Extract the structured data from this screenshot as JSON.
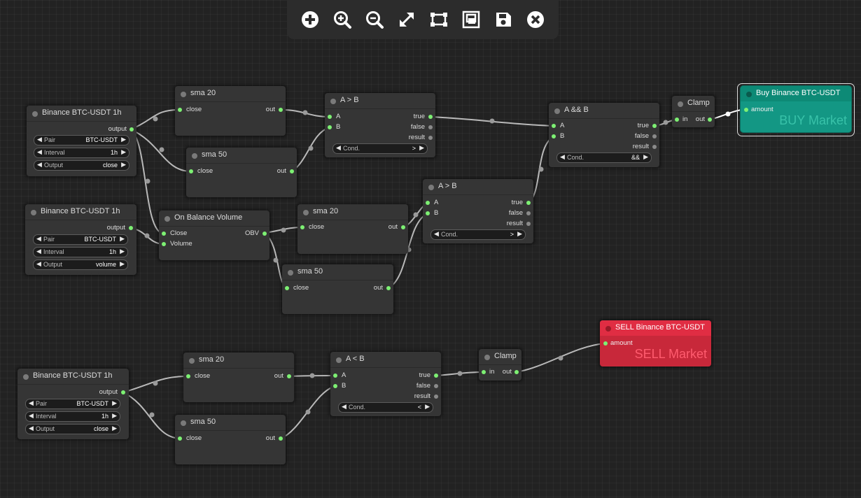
{
  "toolbar": {
    "buttons": [
      {
        "name": "add-node-button",
        "icon": "plus-circle-icon"
      },
      {
        "name": "zoom-in-button",
        "icon": "zoom-in-icon"
      },
      {
        "name": "zoom-out-button",
        "icon": "zoom-out-icon"
      },
      {
        "name": "fit-view-button",
        "icon": "expand-icon"
      },
      {
        "name": "select-area-button",
        "icon": "select-area-icon"
      },
      {
        "name": "select-all-button",
        "icon": "select-all-icon"
      },
      {
        "name": "save-button",
        "icon": "save-icon"
      },
      {
        "name": "close-button",
        "icon": "close-icon"
      }
    ]
  },
  "nodes": {
    "ds1": {
      "title": "Binance BTC-USDT 1h",
      "output": "output",
      "widgets": [
        {
          "label": "Pair",
          "value": "BTC-USDT"
        },
        {
          "label": "Interval",
          "value": "1h"
        },
        {
          "label": "Output",
          "value": "close"
        }
      ]
    },
    "ds2": {
      "title": "Binance BTC-USDT 1h",
      "output": "output",
      "widgets": [
        {
          "label": "Pair",
          "value": "BTC-USDT"
        },
        {
          "label": "Interval",
          "value": "1h"
        },
        {
          "label": "Output",
          "value": "volume"
        }
      ]
    },
    "ds3": {
      "title": "Binance BTC-USDT 1h",
      "output": "output",
      "widgets": [
        {
          "label": "Pair",
          "value": "BTC-USDT"
        },
        {
          "label": "Interval",
          "value": "1h"
        },
        {
          "label": "Output",
          "value": "close"
        }
      ]
    },
    "sma1": {
      "title": "sma  20",
      "input": "close",
      "output": "out"
    },
    "sma2": {
      "title": "sma  50",
      "input": "close",
      "output": "out"
    },
    "sma3": {
      "title": "sma  20",
      "input": "close",
      "output": "out"
    },
    "sma4": {
      "title": "sma  50",
      "input": "close",
      "output": "out"
    },
    "sma5": {
      "title": "sma  20",
      "input": "close",
      "output": "out"
    },
    "sma6": {
      "title": "sma  50",
      "input": "close",
      "output": "out"
    },
    "obv": {
      "title": "On Balance Volume",
      "inputs": [
        "Close",
        "Volume"
      ],
      "output": "OBV"
    },
    "cmp1": {
      "title": "A > B",
      "inputs": [
        "A",
        "B"
      ],
      "outputs": [
        "true",
        "false",
        "result"
      ],
      "widget": {
        "label": "Cond.",
        "value": ">"
      }
    },
    "cmp2": {
      "title": "A > B",
      "inputs": [
        "A",
        "B"
      ],
      "outputs": [
        "true",
        "false",
        "result"
      ],
      "widget": {
        "label": "Cond.",
        "value": ">"
      }
    },
    "cmp3": {
      "title": "A < B",
      "inputs": [
        "A",
        "B"
      ],
      "outputs": [
        "true",
        "false",
        "result"
      ],
      "widget": {
        "label": "Cond.",
        "value": "<"
      }
    },
    "and1": {
      "title": "A && B",
      "inputs": [
        "A",
        "B"
      ],
      "outputs": [
        "true",
        "false",
        "result"
      ],
      "widget": {
        "label": "Cond.",
        "value": "&&"
      }
    },
    "clamp1": {
      "title": "Clamp",
      "input": "in",
      "output": "out"
    },
    "clamp2": {
      "title": "Clamp",
      "input": "in",
      "output": "out"
    },
    "buy": {
      "title": "Buy   Binance  BTC-USDT",
      "input": "amount",
      "label": "BUY Market",
      "color": "#139784"
    },
    "sell": {
      "title": "SELL   Binance  BTC-USDT",
      "input": "amount",
      "label": "SELL Market",
      "color": "#c8283a"
    }
  }
}
